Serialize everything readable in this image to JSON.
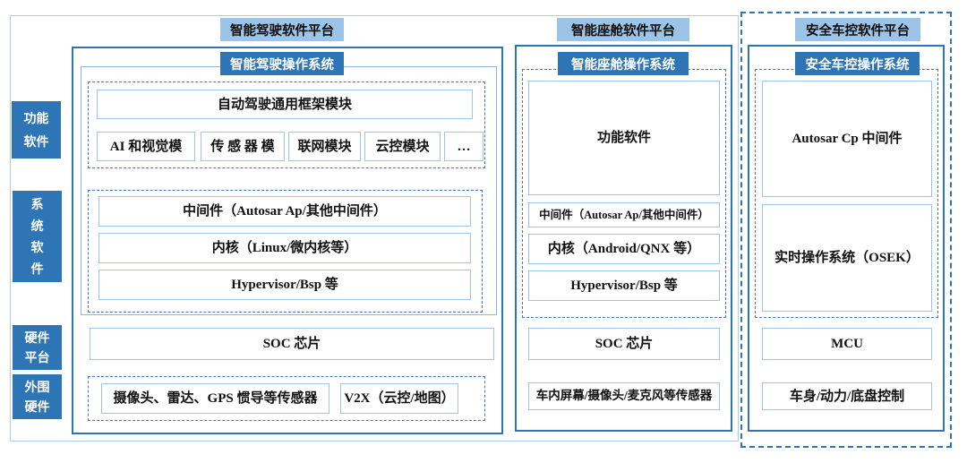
{
  "axis": {
    "function_software": "功能\n软件",
    "system_software": "系\n统\n软\n件",
    "hardware_platform": "硬件\n平台",
    "peripheral_hardware": "外围\n硬件"
  },
  "driving": {
    "platform_title": "智能驾驶软件平台",
    "os_title": "智能驾驶操作系统",
    "framework": "自动驾驶通用框架模块",
    "modules": [
      "AI 和视觉模",
      "传 感 器 模",
      "联网模块",
      "云控模块",
      "…"
    ],
    "middleware": "中间件（Autosar Ap/其他中间件）",
    "kernel": "内核（Linux/微内核等）",
    "hypervisor": "Hypervisor/Bsp 等",
    "soc": "SOC 芯片",
    "sensors": "摄像头、雷达、GPS 惯导等传感器",
    "v2x": "V2X（云控/地图）"
  },
  "cockpit": {
    "platform_title": "智能座舱软件平台",
    "os_title": "智能座舱操作系统",
    "function_software": "功能软件",
    "middleware": "中间件（Autosar Ap/其他中间件）",
    "kernel": "内核（Android/QNX 等）",
    "hypervisor": "Hypervisor/Bsp 等",
    "soc": "SOC 芯片",
    "sensors": "车内屏幕/摄像头/麦克风等传感器"
  },
  "vehicle_control": {
    "platform_title": "安全车控软件平台",
    "os_title": "安全车控操作系统",
    "middleware": "Autosar Cp 中间件",
    "rtos": "实时操作系统（OSEK）",
    "mcu": "MCU",
    "body_control": "车身/动力/底盘控制"
  },
  "colors": {
    "dark_blue": "#2e75b6",
    "light_blue": "#9dc3e6",
    "dashed_blue": "#4472c4",
    "thin_border_blue": "#9dc3e6",
    "outer_frame_blue": "#aecbe8",
    "text": "#111111"
  }
}
